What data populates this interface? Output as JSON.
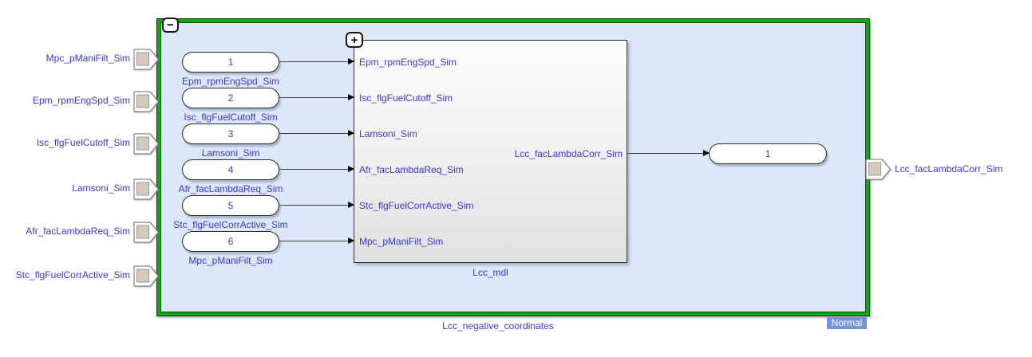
{
  "diagram": {
    "type": "simulink-block-diagram",
    "subsystem": {
      "name": "Lcc_negative_coordinates",
      "mode_badge": "Normal"
    },
    "icons": {
      "collapse_glyph": "−",
      "expand_glyph": "+"
    },
    "external_inputs": [
      "Mpc_pManiFilt_Sim",
      "Epm_rpmEngSpd_Sim",
      "Isc_flgFuelCutoff_Sim",
      "Lamsoni_Sim",
      "Afr_facLambdaReq_Sim",
      "Stc_flgFuelCorrActive_Sim"
    ],
    "inports": [
      {
        "number": "1",
        "label": "Epm_rpmEngSpd_Sim"
      },
      {
        "number": "2",
        "label": "Isc_flgFuelCutoff_Sim"
      },
      {
        "number": "3",
        "label": "Lamsoni_Sim"
      },
      {
        "number": "4",
        "label": "Afr_facLambdaReq_Sim"
      },
      {
        "number": "5",
        "label": "Stc_flgFuelCorrActive_Sim"
      },
      {
        "number": "6",
        "label": "Mpc_pManiFilt_Sim"
      }
    ],
    "model_block": {
      "name": "Lcc_mdl",
      "inputs": [
        "Epm_rpmEngSpd_Sim",
        "Isc_flgFuelCutoff_Sim",
        "Lamsoni_Sim",
        "Afr_facLambdaReq_Sim",
        "Stc_flgFuelCorrActive_Sim",
        "Mpc_pManiFilt_Sim"
      ],
      "output": "Lcc_facLambdaCorr_Sim"
    },
    "outport": {
      "number": "1"
    },
    "external_output": "Lcc_facLambdaCorr_Sim",
    "colors": {
      "frame_green": "#0cab0c",
      "subsystem_fill": "#dce8fa",
      "label_blue": "#3a3ad6",
      "mode_badge_bg": "#7295dc",
      "port_tag_square": "#d7c7bc"
    }
  }
}
